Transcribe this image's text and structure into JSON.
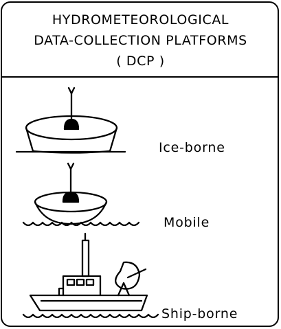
{
  "header": {
    "title_line1": "HYDROMETEOROLOGICAL",
    "title_line2": "DATA-COLLECTION PLATFORMS",
    "title_line3": "( DCP )"
  },
  "platforms": [
    {
      "label": "Ice-borne",
      "icon": "ice-buoy-icon"
    },
    {
      "label": "Mobile",
      "icon": "floating-buoy-icon"
    },
    {
      "label": "Ship-borne",
      "icon": "ship-antenna-icon"
    }
  ]
}
